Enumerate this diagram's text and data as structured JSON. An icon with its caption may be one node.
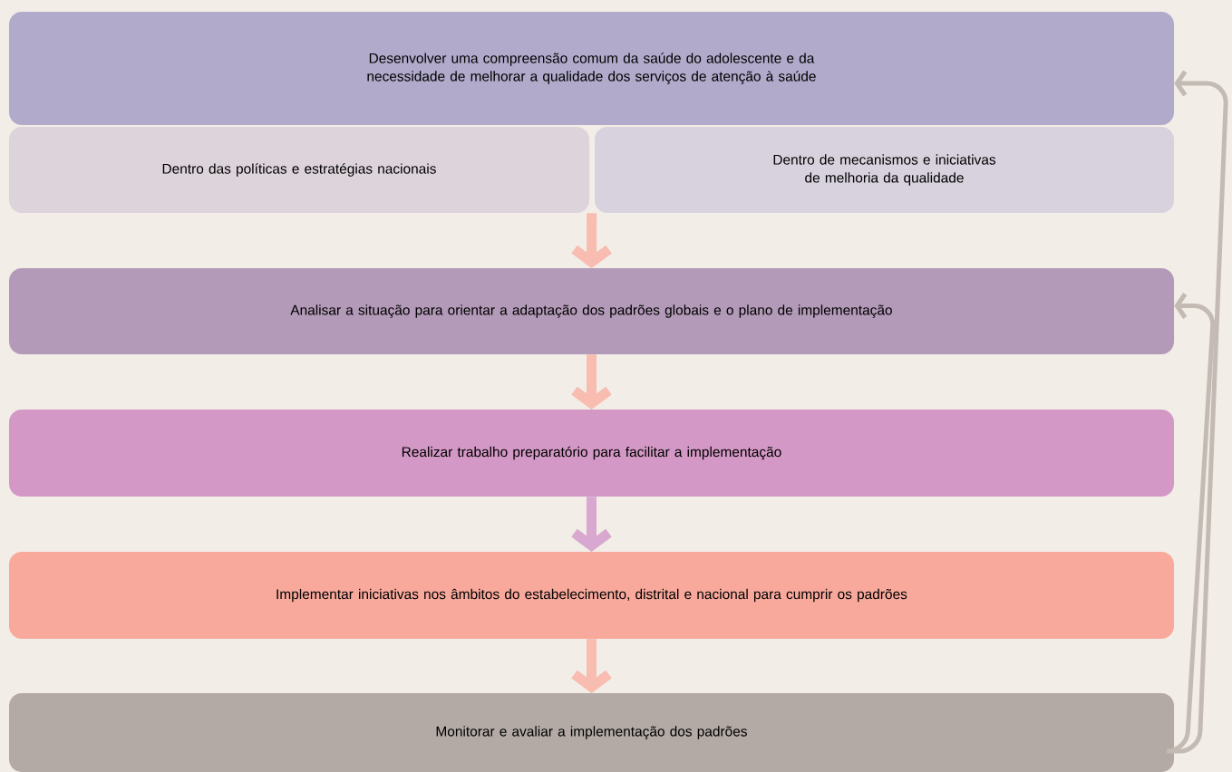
{
  "diagram": {
    "nodes": [
      {
        "text": [
          "Desenvolver uma compreensão comum da saúde do adolescente e da necessidade de melhorar a qualidade dos serviços de atenção à saúde"
        ]
      },
      {
        "text": [
          "Dentro das políticas e estratégias nacionais"
        ]
      },
      {
        "text": [
          "Dentro de mecanismos e iniciativas de melhoria da qualidade"
        ]
      },
      {
        "text": [
          "Analisar a situação para orientar a adaptação dos padrões globais e o plano de implementação"
        ]
      },
      {
        "text": [
          "Realizar trabalho preparatório para facilitar a implementação"
        ]
      },
      {
        "text": [
          "Implementar iniciativas nos âmbitos do estabelecimento, distrital e nacional para cumprir os padrões"
        ]
      },
      {
        "text": [
          "Monitorar e avaliar a implementação dos padrões"
        ]
      }
    ],
    "edges": [
      {
        "from": 1,
        "to": 3,
        "arrow": "to",
        "color": "#f8bcb0"
      },
      {
        "from": 3,
        "to": 4,
        "arrow": "to",
        "color": "#f8bcb0"
      },
      {
        "from": 4,
        "to": 5,
        "arrow": "to",
        "color": "#d8a8d0"
      },
      {
        "from": 5,
        "to": 6,
        "arrow": "to",
        "color": "#f8bcb0"
      },
      {
        "from": 6,
        "to": 0,
        "arrow": "to",
        "color": "#c4bab4"
      },
      {
        "from": 6,
        "to": 3,
        "arrow": "to",
        "color": "#c4bab4"
      }
    ]
  }
}
